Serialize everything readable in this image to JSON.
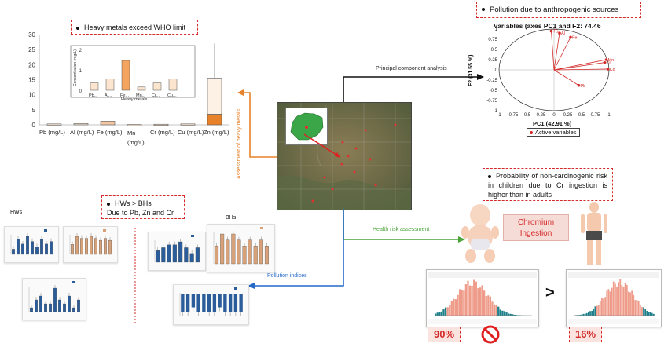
{
  "boxes": {
    "heavy_metals": "Heavy metals exceed WHO limit",
    "pollution_anthro": "Pollution due to anthropogenic sources",
    "hw_bh_line1": "HWs > BHs",
    "hw_bh_line2": "Due to Pb, Zn and Cr",
    "noncarc": "Probability of non-carcinogenic risk in children due to Cr ingestion is higher than in adults",
    "chromium_line1": "Chromium",
    "chromium_line2": "Ingestion"
  },
  "arrows": {
    "pca": "Principal component analysis",
    "assessment": "Assessment of heavy metals",
    "health": "Health risk assessment",
    "indices": "Pollution indices"
  },
  "section_labels": {
    "hws": "HWs",
    "bhs": "BHs"
  },
  "percent": {
    "children": "90%",
    "adults": "16%",
    "compare": ">"
  },
  "boxplot": {
    "yticks": [
      "30",
      "25",
      "20",
      "15",
      "10",
      "5",
      "0"
    ],
    "categories": [
      "Pb (mg/L)",
      "Al (mg/L)",
      "Fe (mg/L)",
      "Mn (mg/L)",
      "Cr (mg/L)",
      "Cu (mg/L)",
      "Zn (mg/L)"
    ],
    "inset_ylabel": "Concentration (mg/L)",
    "inset_xlabel": "Heavy metals",
    "inset_yticks": [
      "2",
      "1",
      "0"
    ],
    "inset_categories": [
      "Pb...",
      "Al...",
      "Fe...",
      "Mn...",
      "Cr...",
      "Cu..."
    ]
  },
  "pca": {
    "title": "Variables (axes PC1 and F2: 74.46",
    "xlabel": "PC1 (42.91 %)",
    "ylabel": "F2 (31.55 %)",
    "legend": "Active variables",
    "yticks": [
      "1",
      "0.75",
      "0.5",
      "0.25",
      "0",
      "-0.25",
      "-0.5",
      "-0.75",
      "-1"
    ],
    "xticks": [
      "-1",
      "-0.75",
      "-0.5",
      "-0.25",
      "0",
      "0.25",
      "0.5",
      "0.75",
      "1"
    ],
    "point_labels": [
      "TS",
      "Al",
      "Fe",
      "Mn",
      "Cr",
      "Cd",
      "Pb"
    ]
  },
  "chart_data": {
    "type": "bar",
    "title": "",
    "categories": [
      "Pb (mg/L)",
      "Al (mg/L)",
      "Fe (mg/L)",
      "Mn (mg/L)",
      "Cr (mg/L)",
      "Cu (mg/L)",
      "Zn (mg/L)"
    ],
    "values": [
      0.3,
      0.4,
      1.2,
      0.1,
      0.2,
      0.3,
      15.5
    ],
    "ylim": [
      0,
      30
    ]
  },
  "colors": {
    "red": "#d42a2a",
    "orange": "#e8822a",
    "green": "#4aa43a",
    "blue": "#2468c8",
    "dark_blue": "#2a5d9a",
    "tan": "#d7a27a",
    "teal": "#1c7f8a",
    "salmon": "#ef9b8a"
  }
}
